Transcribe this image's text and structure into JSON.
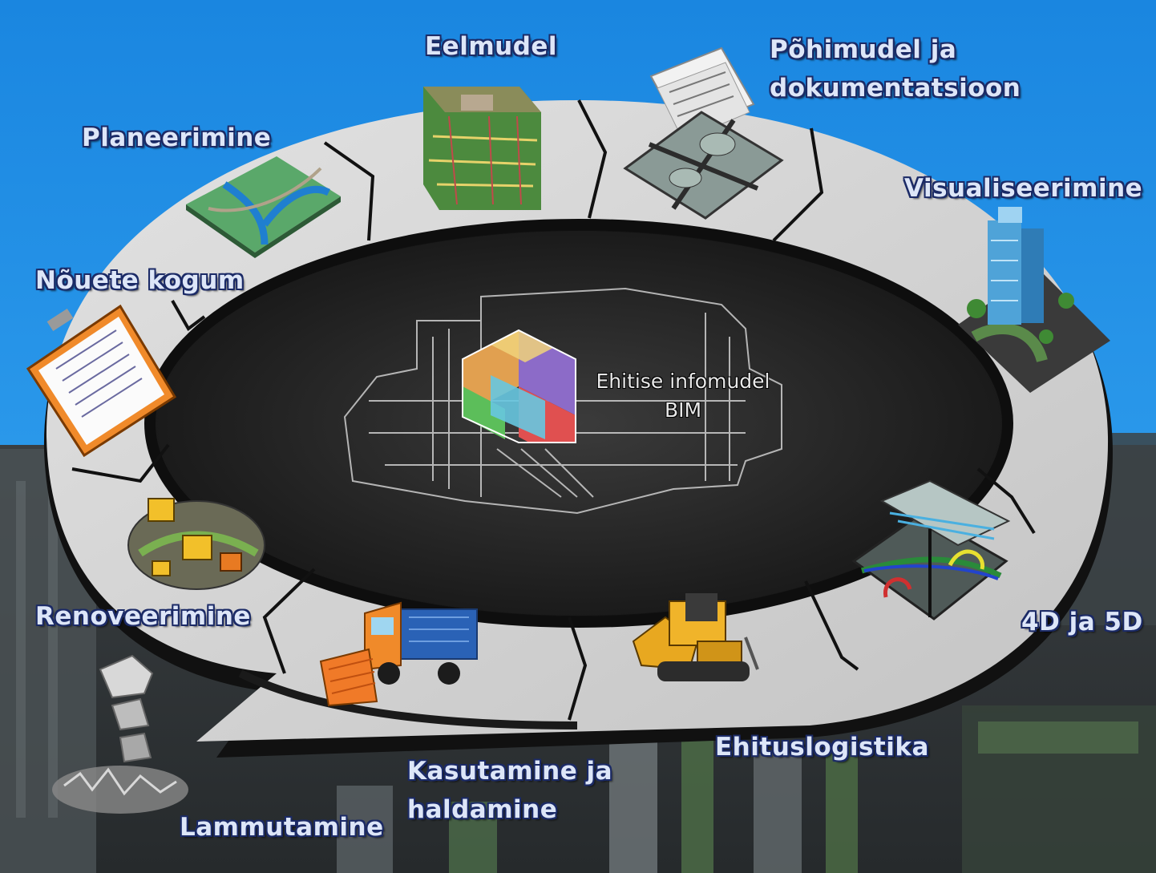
{
  "diagram": {
    "center": {
      "title": "Ehitise infomudel",
      "subtitle": "BIM"
    },
    "stages": [
      {
        "lines": [
          "Eelmudel"
        ]
      },
      {
        "lines": [
          "Põhimudel ja",
          "dokumentatsioon"
        ]
      },
      {
        "lines": [
          "Visualiseerimine"
        ]
      },
      {
        "lines": [
          "4D ja 5D"
        ]
      },
      {
        "lines": [
          "Ehituslogistika"
        ]
      },
      {
        "lines": [
          "Kasutamine ja",
          "haldamine"
        ]
      },
      {
        "lines": [
          "Lammutamine"
        ]
      },
      {
        "lines": [
          "Renoveerimine"
        ]
      },
      {
        "lines": [
          "Nõuete kogum"
        ]
      },
      {
        "lines": [
          "Planeerimine"
        ]
      }
    ]
  },
  "colors": {
    "sky": "#1f8fe6",
    "ring": "#d6d6d6",
    "ring_edge": "#1a1a1a",
    "label_text": "#dde6f8",
    "label_outline": "#1b2a66"
  },
  "icons": [
    "terrain-map-icon",
    "site-model-icon",
    "documents-intersection-icon",
    "skyscraper-icon",
    "road-junction-model-icon",
    "bulldozer-icon",
    "snowplow-truck-icon",
    "demolition-rubble-icon",
    "road-construction-icon",
    "clipboard-checklist-icon"
  ]
}
